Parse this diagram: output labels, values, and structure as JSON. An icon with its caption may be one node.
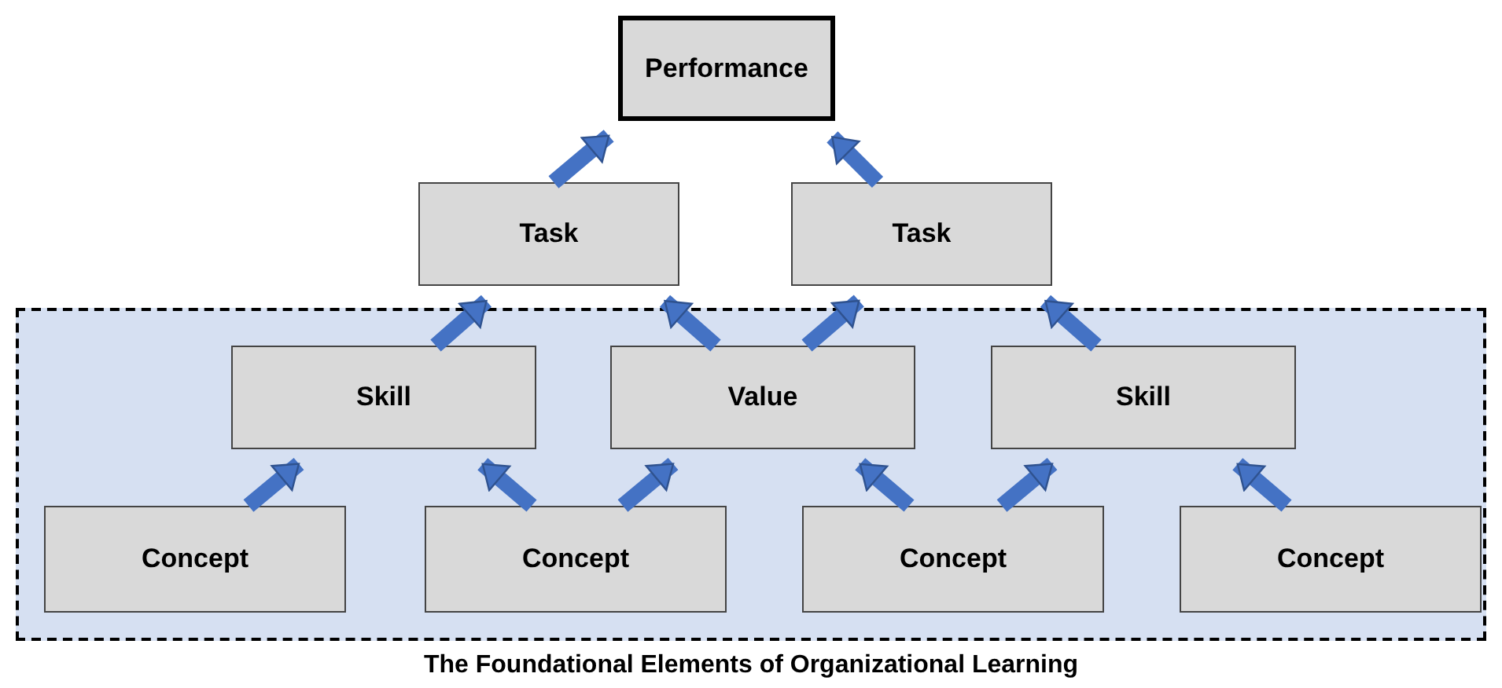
{
  "diagram": {
    "caption": "The Foundational Elements of Organizational Learning",
    "nodes": [
      {
        "text": [
          "Performance"
        ]
      },
      {
        "text": [
          "Task"
        ]
      },
      {
        "text": [
          "Task"
        ]
      },
      {
        "text": [],
        "shape": "band"
      },
      {
        "text": [
          "Skill"
        ],
        "in": 3
      },
      {
        "text": [
          "Value"
        ],
        "in": 3
      },
      {
        "text": [
          "Skill"
        ],
        "in": 3
      },
      {
        "text": [
          "Concept"
        ],
        "in": 3
      },
      {
        "text": [
          "Concept"
        ],
        "in": 3
      },
      {
        "text": [
          "Concept"
        ],
        "in": 3
      },
      {
        "text": [
          "Concept"
        ],
        "in": 3
      }
    ],
    "edges": [
      {
        "from": 7,
        "to": 4,
        "arrow": "to"
      },
      {
        "from": 8,
        "to": 4,
        "arrow": "to"
      },
      {
        "from": 8,
        "to": 5,
        "arrow": "to"
      },
      {
        "from": 9,
        "to": 5,
        "arrow": "to"
      },
      {
        "from": 9,
        "to": 6,
        "arrow": "to"
      },
      {
        "from": 10,
        "to": 6,
        "arrow": "to"
      },
      {
        "from": 4,
        "to": 1,
        "arrow": "to"
      },
      {
        "from": 5,
        "to": 1,
        "arrow": "to"
      },
      {
        "from": 5,
        "to": 2,
        "arrow": "to"
      },
      {
        "from": 6,
        "to": 2,
        "arrow": "to"
      },
      {
        "from": 1,
        "to": 0,
        "arrow": "to"
      },
      {
        "from": 2,
        "to": 0,
        "arrow": "to"
      }
    ]
  }
}
